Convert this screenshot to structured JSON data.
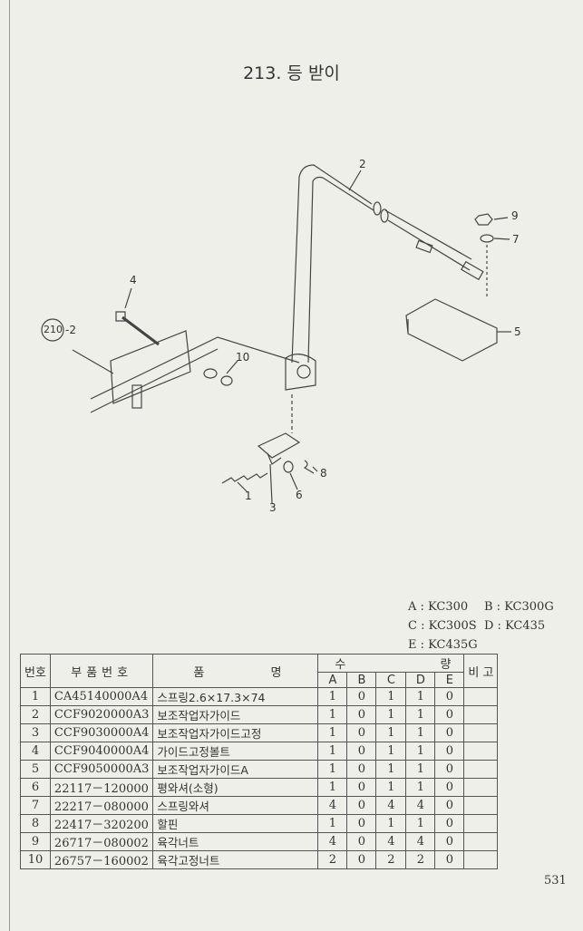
{
  "title": "213. 등 받이",
  "callouts": {
    "c2": "2",
    "c9": "9",
    "c7": "7",
    "c4": "4",
    "c210": "210",
    "c210b": "-2",
    "c5": "5",
    "c10": "10",
    "c8": "8",
    "c6": "6",
    "c3": "3",
    "c1": "1"
  },
  "legend": [
    "A : KC300",
    "B : KC300G",
    "C : KC300S",
    "D : KC435",
    "E : KC435G"
  ],
  "table": {
    "headers": {
      "no": "번호",
      "part_no": "부품번호",
      "name_a": "품",
      "name_b": "명",
      "qty_a": "수",
      "qty_b": "량",
      "remark": "비 고",
      "cols": [
        "A",
        "B",
        "C",
        "D",
        "E"
      ]
    },
    "rows": [
      {
        "no": "1",
        "part_no": "CA45140000A4",
        "name": "스프링2.6×17.3×74",
        "q": [
          "1",
          "0",
          "1",
          "1",
          "0"
        ]
      },
      {
        "no": "2",
        "part_no": "CCF9020000A3",
        "name": "보조작업자가이드",
        "q": [
          "1",
          "0",
          "1",
          "1",
          "0"
        ]
      },
      {
        "no": "3",
        "part_no": "CCF9030000A4",
        "name": "보조작업자가이드고정",
        "q": [
          "1",
          "0",
          "1",
          "1",
          "0"
        ]
      },
      {
        "no": "4",
        "part_no": "CCF9040000A4",
        "name": "가이드고정볼트",
        "q": [
          "1",
          "0",
          "1",
          "1",
          "0"
        ]
      },
      {
        "no": "5",
        "part_no": "CCF9050000A3",
        "name": "보조작업자가이드A",
        "q": [
          "1",
          "0",
          "1",
          "1",
          "0"
        ]
      },
      {
        "no": "6",
        "part_no": "22117－120000",
        "name": "평와셔(소형)",
        "q": [
          "1",
          "0",
          "1",
          "1",
          "0"
        ]
      },
      {
        "no": "7",
        "part_no": "22217－080000",
        "name": "스프링와셔",
        "q": [
          "4",
          "0",
          "4",
          "4",
          "0"
        ]
      },
      {
        "no": "8",
        "part_no": "22417－320200",
        "name": "할핀",
        "q": [
          "1",
          "0",
          "1",
          "1",
          "0"
        ]
      },
      {
        "no": "9",
        "part_no": "26717－080002",
        "name": "육각너트",
        "q": [
          "4",
          "0",
          "4",
          "4",
          "0"
        ]
      },
      {
        "no": "10",
        "part_no": "26757－160002",
        "name": "육각고정너트",
        "q": [
          "2",
          "0",
          "2",
          "2",
          "0"
        ]
      }
    ]
  },
  "page_number": "531"
}
